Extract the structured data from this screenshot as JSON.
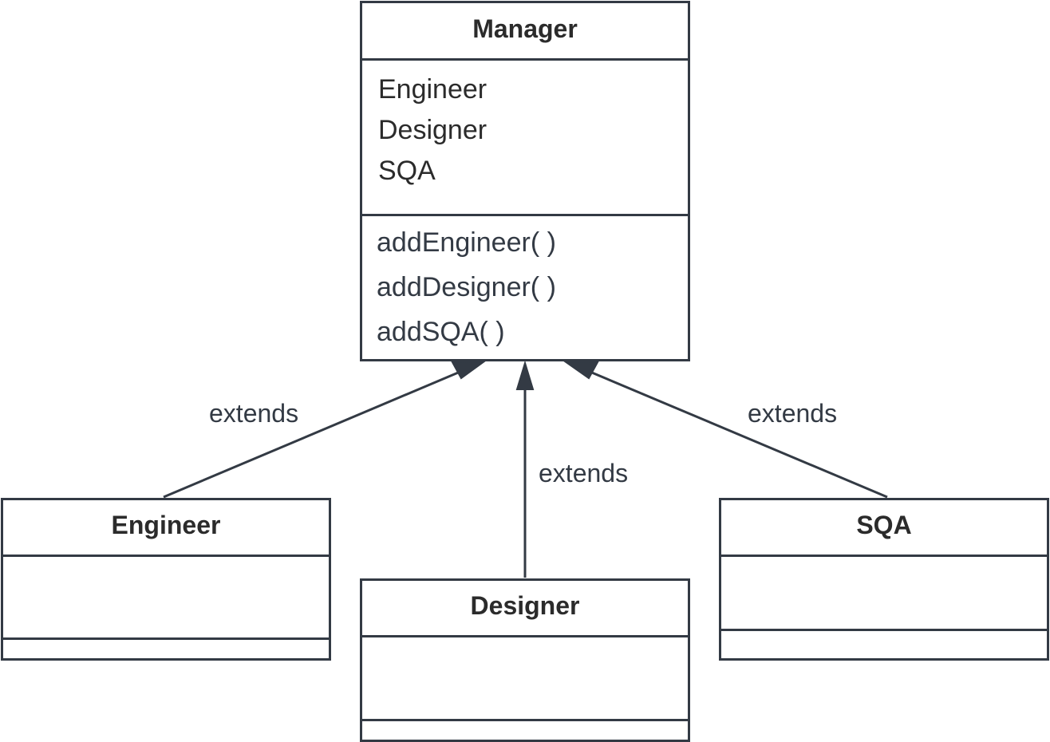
{
  "classes": {
    "manager": {
      "name": "Manager",
      "attributes": [
        "Engineer",
        "Designer",
        "SQA"
      ],
      "methods": [
        "addEngineer( )",
        "addDesigner( )",
        "addSQA( )"
      ]
    },
    "engineer": {
      "name": "Engineer"
    },
    "designer": {
      "name": "Designer"
    },
    "sqa": {
      "name": "SQA"
    }
  },
  "relations": [
    {
      "from": "Engineer",
      "to": "Manager",
      "label": "extends"
    },
    {
      "from": "Designer",
      "to": "Manager",
      "label": "extends"
    },
    {
      "from": "SQA",
      "to": "Manager",
      "label": "extends"
    }
  ],
  "colors": {
    "line": "#333a44",
    "text": "#2b2b2b"
  }
}
